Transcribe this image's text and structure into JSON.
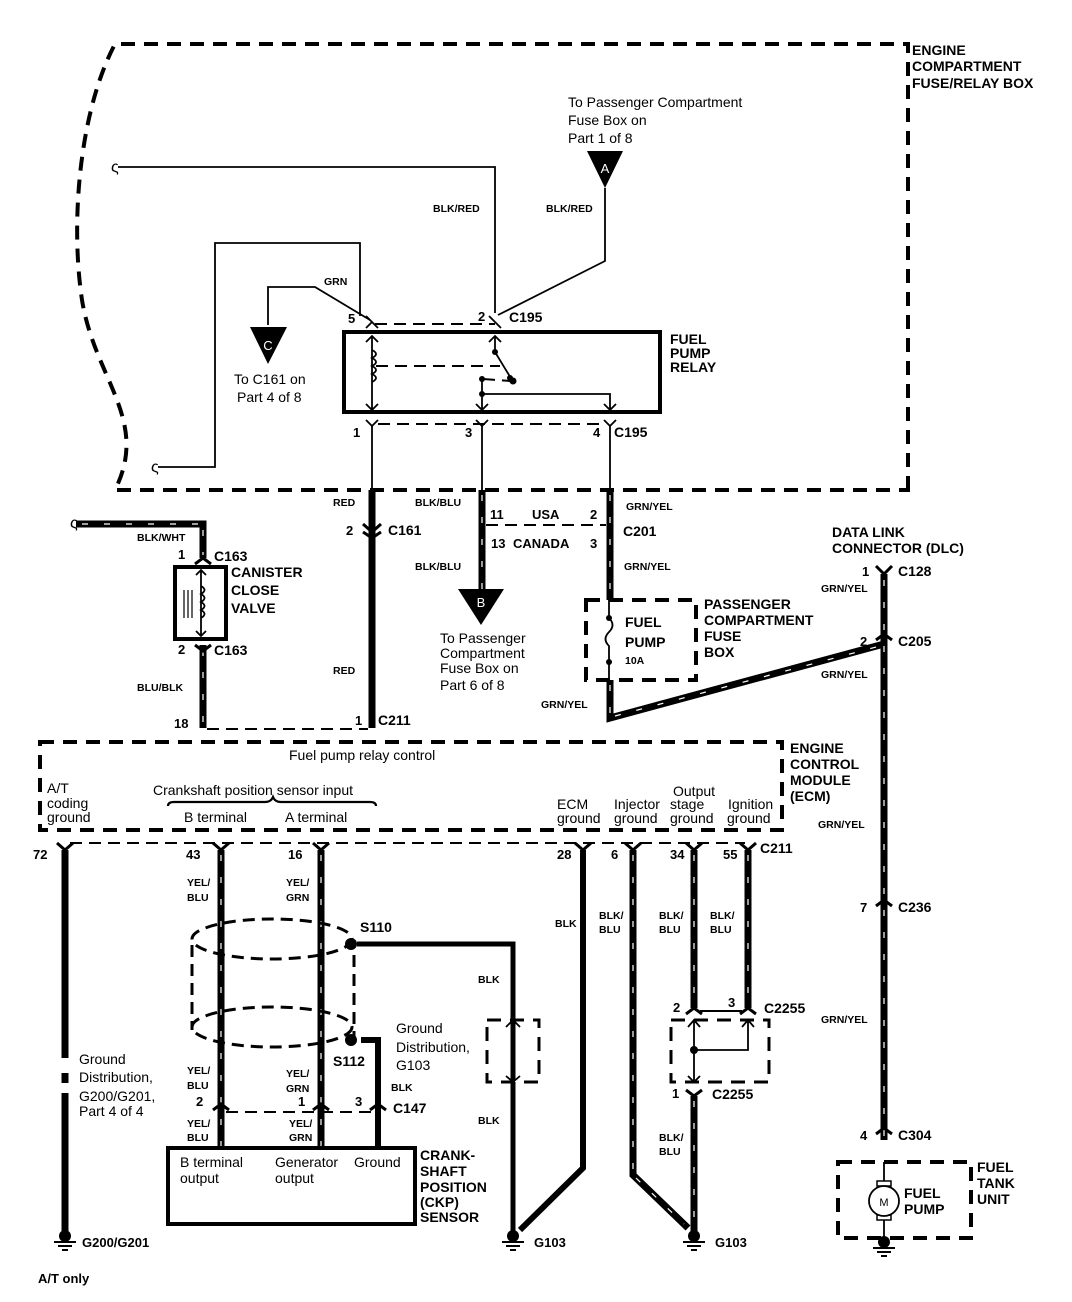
{
  "diagram": {
    "components": {
      "engine_fuse_box": {
        "label_lines": [
          "ENGINE",
          "COMPARTMENT",
          "FUSE/RELAY BOX"
        ]
      },
      "fuel_pump_relay": {
        "label_lines": [
          "FUEL",
          "PUMP",
          "RELAY"
        ]
      },
      "canister_close_valve": {
        "label_lines": [
          "CANISTER",
          "CLOSE",
          "VALVE"
        ]
      },
      "passenger_fuse_box": {
        "label_lines": [
          "PASSENGER",
          "COMPARTMENT",
          "FUSE",
          "BOX"
        ],
        "fuse_lines": [
          "FUEL",
          "PUMP"
        ],
        "fuse_rating": "10A"
      },
      "dlc": {
        "label_lines": [
          "DATA LINK",
          "CONNECTOR (DLC)"
        ]
      },
      "ecm": {
        "label_lines": [
          "ENGINE",
          "CONTROL",
          "MODULE",
          "(ECM)"
        ],
        "relay_control": "Fuel pump relay control",
        "ckp_input": "Crankshaft position sensor input",
        "b_terminal": "B terminal",
        "a_terminal": "A terminal",
        "at_coding_lines": [
          "A/T",
          "coding",
          "ground"
        ],
        "ecm_ground_lines": [
          "ECM",
          "ground"
        ],
        "injector_ground_lines": [
          "Injector",
          "ground"
        ],
        "output_stage_lines": [
          "Output",
          "stage",
          "ground"
        ],
        "ignition_ground_lines": [
          "Ignition",
          "ground"
        ]
      },
      "ckp_sensor": {
        "label_lines": [
          "CRANK-",
          "SHAFT",
          "POSITION",
          "(CKP)",
          "SENSOR"
        ],
        "b_output_lines": [
          "B terminal",
          "output"
        ],
        "gen_output_lines": [
          "Generator",
          "output"
        ],
        "ground": "Ground"
      },
      "fuel_tank_unit": {
        "label_lines": [
          "FUEL",
          "TANK",
          "UNIT"
        ],
        "pump_lines": [
          "FUEL",
          "PUMP"
        ],
        "motor": "M"
      }
    },
    "references": {
      "a": {
        "letter": "A",
        "text_lines": [
          "To Passenger Compartment",
          "Fuse Box  on",
          "Part 1 of 8"
        ]
      },
      "b": {
        "letter": "B",
        "text_lines": [
          "To  Passenger",
          "Compartment",
          "Fuse Box  on",
          "Part 6 of 8"
        ]
      },
      "c": {
        "letter": "C",
        "text_lines": [
          "To C161 on",
          "Part 4 of 8"
        ]
      },
      "g200": {
        "text_lines": [
          "Ground",
          "Distribution,",
          "G200/G201,",
          "Part 4 of 4"
        ]
      },
      "g103": {
        "text_lines": [
          "Ground",
          "Distribution,",
          "G103"
        ]
      }
    },
    "wires": {
      "blk_red": "BLK/RED",
      "grn": "GRN",
      "red": "RED",
      "blk_blu": "BLK/BLU",
      "grn_yel": "GRN/YEL",
      "blk_wht": "BLK/WHT",
      "blu_blk": "BLU/BLK",
      "yel_blu_lines": [
        "YEL/",
        "BLU"
      ],
      "yel_grn_lines": [
        "YEL/",
        "GRN"
      ],
      "blk": "BLK",
      "blk_blu_lines": [
        "BLK/",
        "BLU"
      ]
    },
    "connectors": {
      "c195": "C195",
      "c161": "C161",
      "c201": "C201",
      "c163": "C163",
      "c211": "C211",
      "c128": "C128",
      "c205": "C205",
      "c236": "C236",
      "c304": "C304",
      "c147": "C147",
      "c2255": "C2255",
      "s110": "S110",
      "s112": "S112",
      "usa": "USA",
      "canada": "CANADA"
    },
    "pins": {
      "relay_5": "5",
      "relay_2": "2",
      "relay_1": "1",
      "relay_3": "3",
      "relay_4": "4",
      "c161_2": "2",
      "c201_11": "11",
      "c201_2": "2",
      "c201_13": "13",
      "c201_3": "3",
      "c163_1": "1",
      "c163_2": "2",
      "ecm_18": "18",
      "c211_1": "1",
      "c128_1": "1",
      "c205_2": "2",
      "c236_7": "7",
      "c304_4": "4",
      "ecm_72": "72",
      "ecm_43": "43",
      "ecm_16": "16",
      "ecm_28": "28",
      "ecm_6": "6",
      "ecm_34": "34",
      "ecm_55": "55",
      "c147_2": "2",
      "c147_1": "1",
      "c147_3": "3",
      "c2255_2": "2",
      "c2255_3": "3",
      "c2255_1": "1"
    },
    "grounds": {
      "g200": "G200/G201",
      "g103a": "G103",
      "g103b": "G103"
    },
    "footnote": "A/T only"
  }
}
